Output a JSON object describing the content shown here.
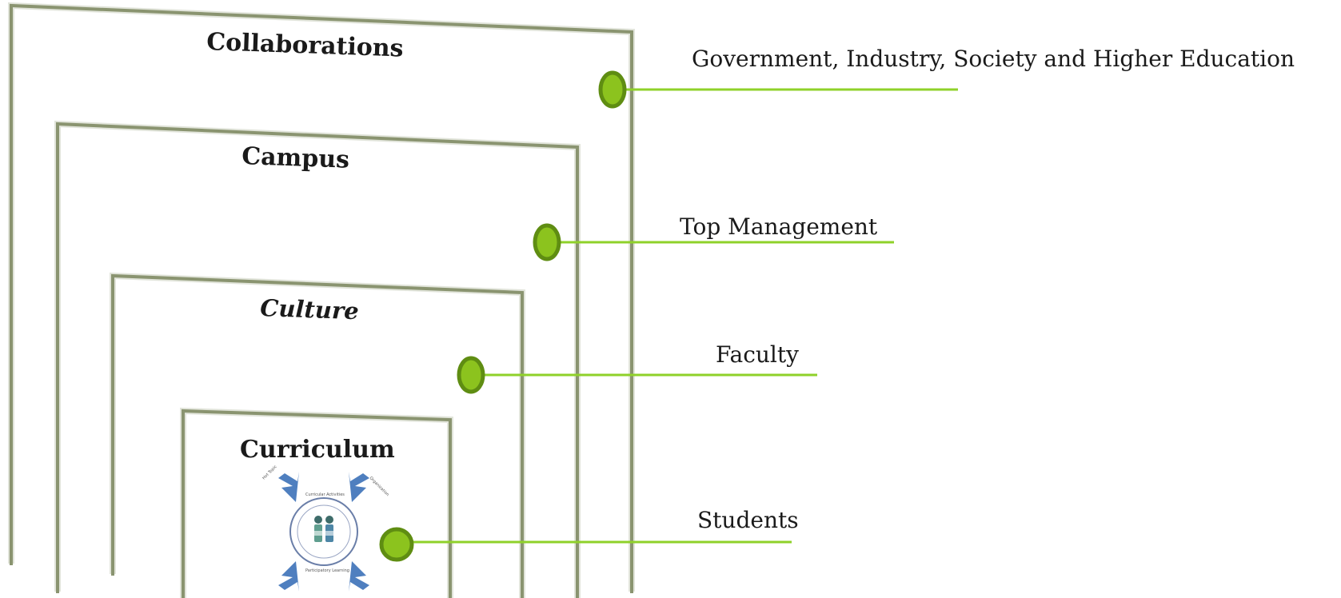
{
  "layers": [
    {
      "key": "collaborations",
      "title": "Collaborations",
      "stakeholder": "Government, Industry, Society and Higher Education"
    },
    {
      "key": "campus",
      "title": "Campus",
      "stakeholder": "Top Management"
    },
    {
      "key": "culture",
      "title": "Culture",
      "stakeholder": "Faculty"
    },
    {
      "key": "curriculum",
      "title": "Curriculum",
      "stakeholder": "Students"
    }
  ],
  "colors": {
    "frame": "#8a9470",
    "connector_line": "#8fd12a",
    "dot_fill": "#8cc31e",
    "dot_stroke": "#5f8d12",
    "arrow": "#4f7fbf"
  },
  "icons": [
    "cycle-arrows-icon",
    "students-people-icon"
  ]
}
